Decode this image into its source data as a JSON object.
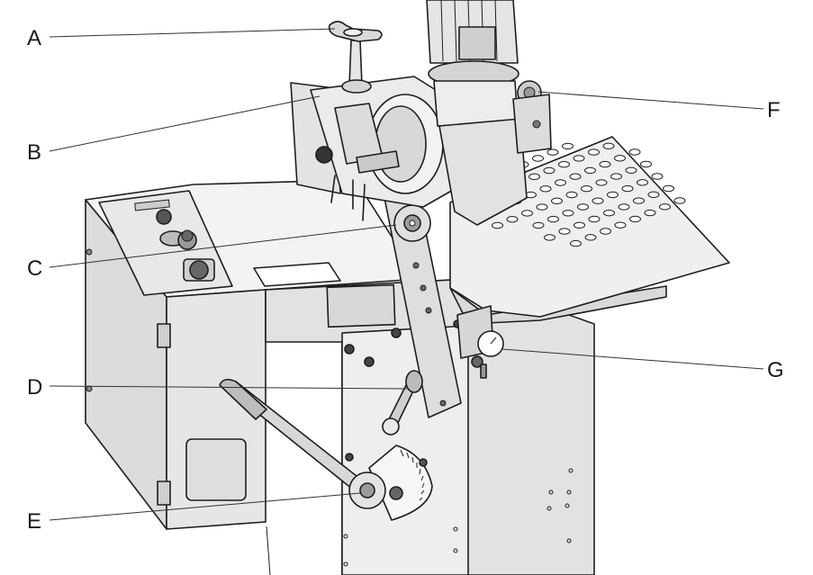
{
  "diagram": {
    "callouts": [
      {
        "id": "a",
        "label": "A"
      },
      {
        "id": "b",
        "label": "B"
      },
      {
        "id": "c",
        "label": "C"
      },
      {
        "id": "d",
        "label": "D"
      },
      {
        "id": "e",
        "label": "E"
      },
      {
        "id": "f",
        "label": "F"
      },
      {
        "id": "g",
        "label": "G"
      }
    ]
  },
  "colors": {
    "line": "#1e1e1e",
    "cabinet_front": "#e9e9e9",
    "cabinet_side": "#d6d6d6",
    "cabinet_top": "#f4f4f4",
    "table": "#ededed",
    "background": "#ffffff"
  }
}
